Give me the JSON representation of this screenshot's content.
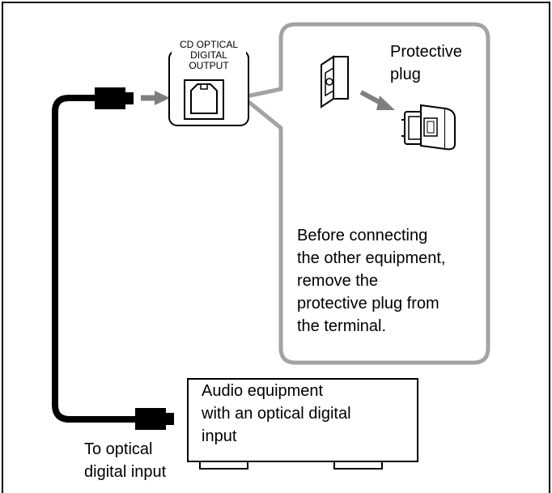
{
  "panel_label": [
    "CD OPTICAL",
    "DIGITAL",
    "OUTPUT"
  ],
  "callout": {
    "title": [
      "Protective",
      "plug"
    ],
    "instructions": [
      "Before connecting",
      "the other equipment,",
      "remove the",
      "protective plug from",
      "the terminal."
    ]
  },
  "device_label": [
    "Audio equipment",
    "with an optical digital",
    "input"
  ],
  "cable_label": [
    "To optical",
    "digital input"
  ],
  "colors": {
    "line": "#000000",
    "callout_border": "#a3a3a3",
    "arrow": "#7f7f7f",
    "background": "#ffffff"
  }
}
